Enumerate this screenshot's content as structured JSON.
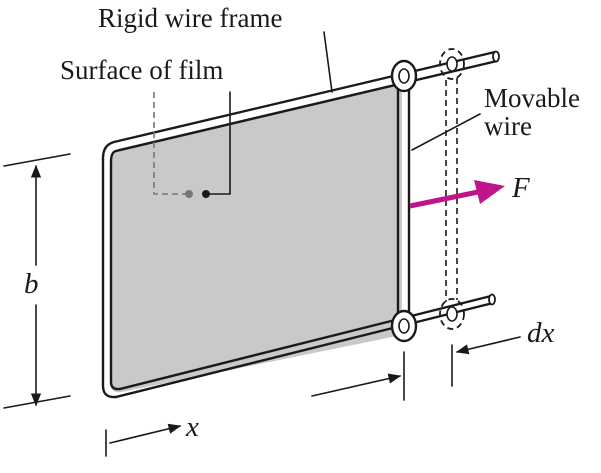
{
  "labels": {
    "frame": "Rigid wire frame",
    "surface": "Surface of film",
    "movable_line1": "Movable",
    "movable_line2": "wire",
    "force": "F",
    "height": "b",
    "length": "x",
    "displacement": "dx"
  },
  "colors": {
    "film": "#c9c9c9",
    "force_arrow": "#c0158a",
    "ink": "#1a1a1a"
  }
}
